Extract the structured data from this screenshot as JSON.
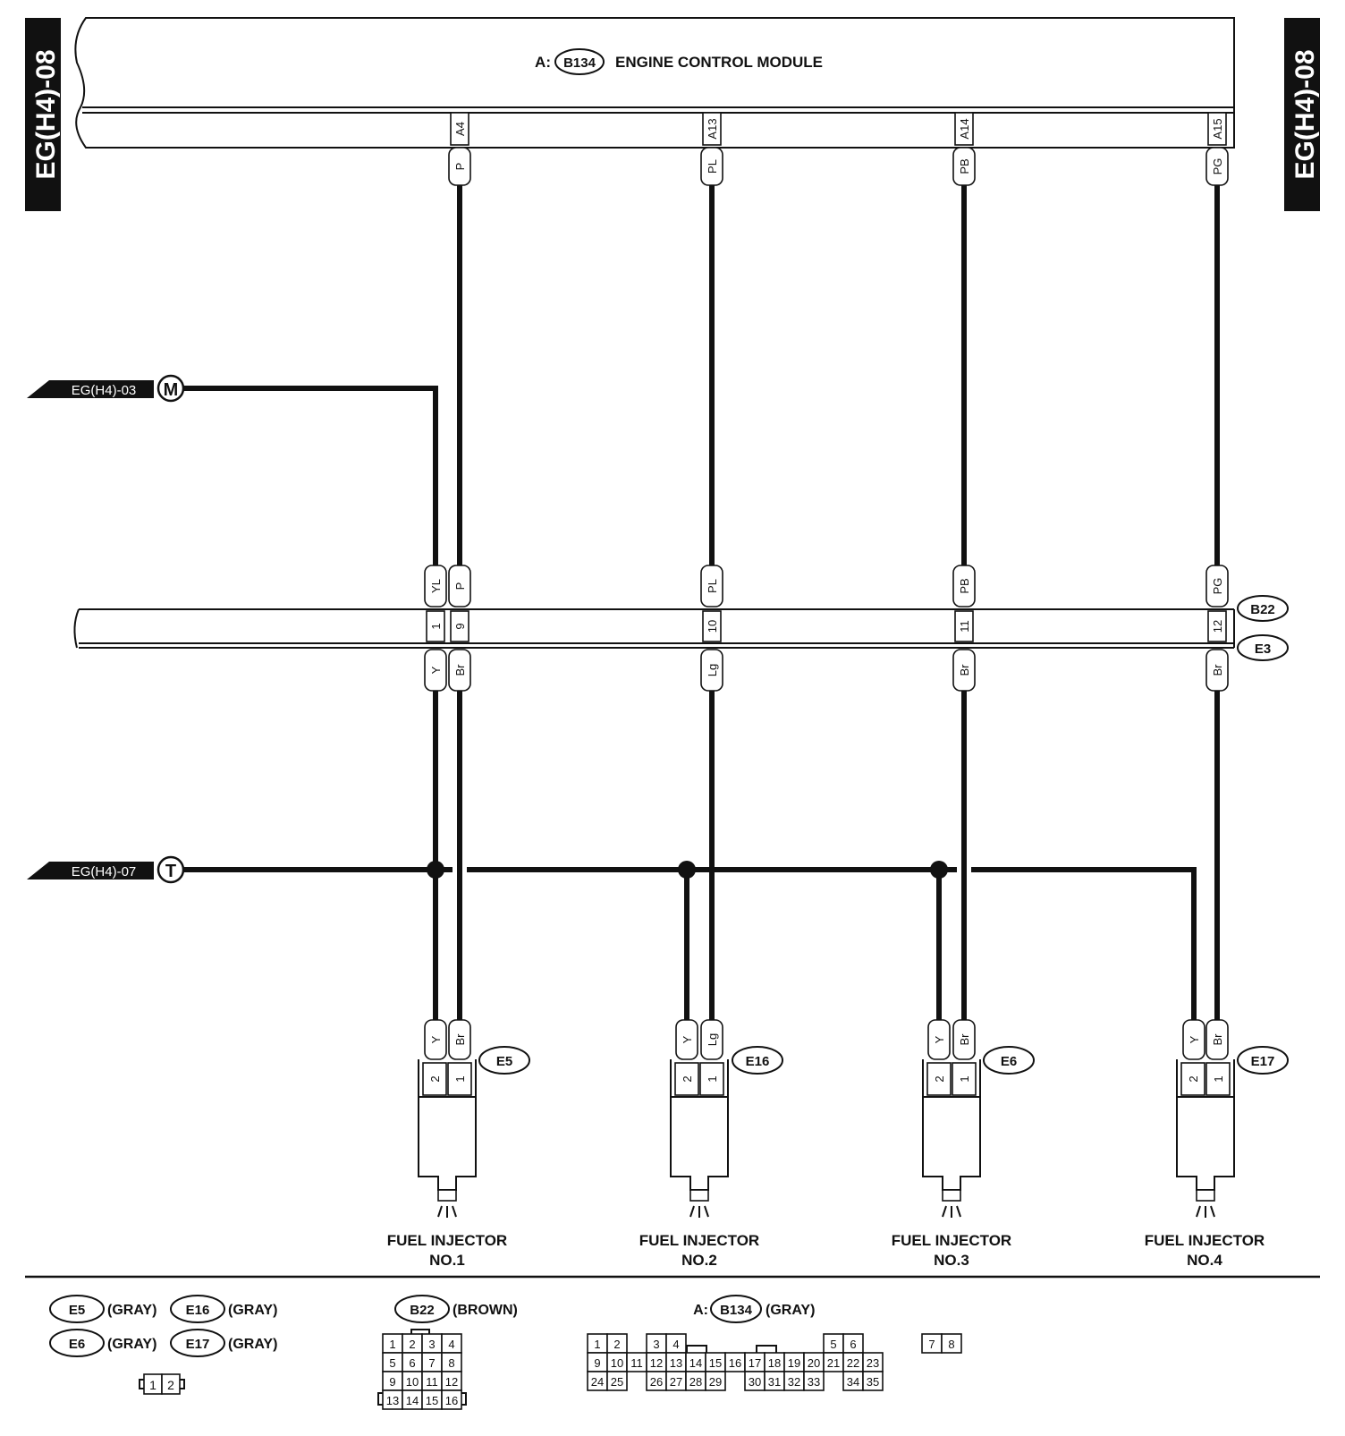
{
  "sheet": {
    "page_ref_left": "EG(H4)-08",
    "page_ref_right": "EG(H4)-08"
  },
  "ecm": {
    "prefix": "A:",
    "connector": "B134",
    "title": "ENGINE CONTROL MODULE"
  },
  "ecm_pins": [
    {
      "pin": "A4",
      "color": "P"
    },
    {
      "pin": "A13",
      "color": "PL"
    },
    {
      "pin": "A14",
      "color": "PB"
    },
    {
      "pin": "A15",
      "color": "PG"
    }
  ],
  "offpage": [
    {
      "ref": "EG(H4)-03",
      "letter": "M"
    },
    {
      "ref": "EG(H4)-07",
      "letter": "T"
    }
  ],
  "joint_connector": {
    "upper": "B22",
    "lower": "E3",
    "circuits": [
      {
        "pin": "1",
        "upper_color": "YL",
        "lower_color": "Y"
      },
      {
        "pin": "9",
        "upper_color": "P",
        "lower_color": "Br"
      },
      {
        "pin": "10",
        "upper_color": "PL",
        "lower_color": "Lg"
      },
      {
        "pin": "11",
        "upper_color": "PB",
        "lower_color": "Br"
      },
      {
        "pin": "12",
        "upper_color": "PG",
        "lower_color": "Br"
      }
    ]
  },
  "injectors": [
    {
      "connector": "E5",
      "label": "FUEL INJECTOR",
      "number": "NO.1",
      "pin2_color": "Y",
      "pin1_color": "Br",
      "pin2": "2",
      "pin1": "1"
    },
    {
      "connector": "E16",
      "label": "FUEL INJECTOR",
      "number": "NO.2",
      "pin2_color": "Y",
      "pin1_color": "Lg",
      "pin2": "2",
      "pin1": "1"
    },
    {
      "connector": "E6",
      "label": "FUEL INJECTOR",
      "number": "NO.3",
      "pin2_color": "Y",
      "pin1_color": "Br",
      "pin2": "2",
      "pin1": "1"
    },
    {
      "connector": "E17",
      "label": "FUEL INJECTOR",
      "number": "NO.4",
      "pin2_color": "Y",
      "pin1_color": "Br",
      "pin2": "2",
      "pin1": "1"
    }
  ],
  "legend": {
    "e_connectors": [
      {
        "name": "E5",
        "color": "(GRAY)"
      },
      {
        "name": "E16",
        "color": "(GRAY)"
      },
      {
        "name": "E6",
        "color": "(GRAY)"
      },
      {
        "name": "E17",
        "color": "(GRAY)"
      }
    ],
    "e_pins": [
      "1",
      "2"
    ],
    "b22": {
      "name": "B22",
      "color": "(BROWN)",
      "rows": [
        [
          "1",
          "2",
          "3",
          "4"
        ],
        [
          "5",
          "6",
          "7",
          "8"
        ],
        [
          "9",
          "10",
          "11",
          "12"
        ],
        [
          "13",
          "14",
          "15",
          "16"
        ]
      ]
    },
    "b134": {
      "prefix": "A:",
      "name": "B134",
      "color": "(GRAY)",
      "rows": [
        [
          [
            "1",
            "2"
          ],
          [
            "3",
            "4"
          ],
          [
            "5",
            "6"
          ],
          [
            "7",
            "8"
          ]
        ],
        [
          [
            "9",
            "10",
            "11",
            "12",
            "13",
            "14",
            "15",
            "16",
            "17",
            "18",
            "19",
            "20",
            "21",
            "22",
            "23"
          ]
        ],
        [
          [
            "24",
            "25"
          ],
          [
            "26",
            "27",
            "28",
            "29"
          ],
          [
            "30",
            "31",
            "32",
            "33"
          ],
          [
            "34",
            "35"
          ]
        ]
      ]
    }
  }
}
